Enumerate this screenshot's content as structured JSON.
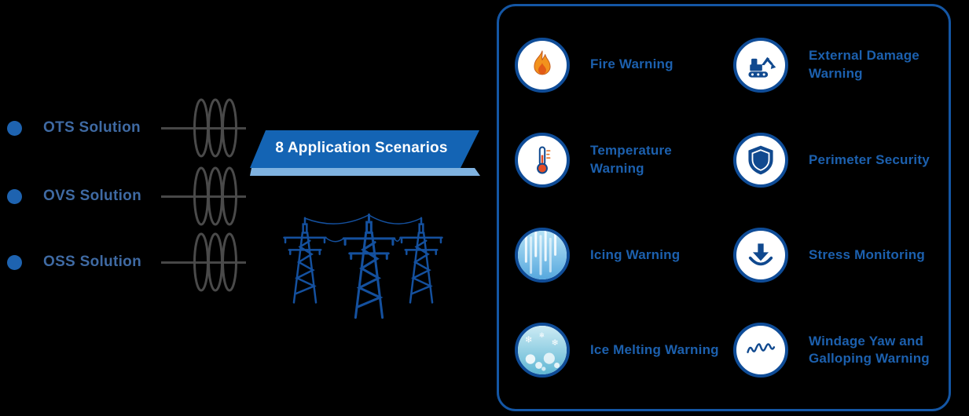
{
  "colors": {
    "panel_border_blue": "#1456A4",
    "label_blue": "#1C60AE",
    "left_label_blue": "#3F6AA3",
    "banner_blue": "#1464B4",
    "banner_light_blue": "#7FB2E0",
    "dot_blue": "#1E63B0",
    "tower_blue": "#14509E",
    "flame_orange": "#F2921D",
    "cable_gray": "#474747"
  },
  "left": {
    "items": [
      {
        "label": "OTS Solution"
      },
      {
        "label": "OVS Solution"
      },
      {
        "label": "OSS Solution"
      }
    ]
  },
  "banner": {
    "label": "8 Application Scenarios"
  },
  "right": {
    "items": [
      {
        "label": "Fire Warning",
        "icon": "fire-icon"
      },
      {
        "label": "External Damage Warning",
        "icon": "excavator-icon"
      },
      {
        "label": "Temperature Warning",
        "icon": "thermometer-icon"
      },
      {
        "label": "Perimeter Security",
        "icon": "shield-icon"
      },
      {
        "label": "Icing Warning",
        "icon": "icicles-icon"
      },
      {
        "label": "Stress Monitoring",
        "icon": "stress-arrow-icon"
      },
      {
        "label": "Ice Melting Warning",
        "icon": "ice-melting-icon"
      },
      {
        "label": "Windage Yaw and Galloping Warning",
        "icon": "wave-icon"
      }
    ]
  }
}
